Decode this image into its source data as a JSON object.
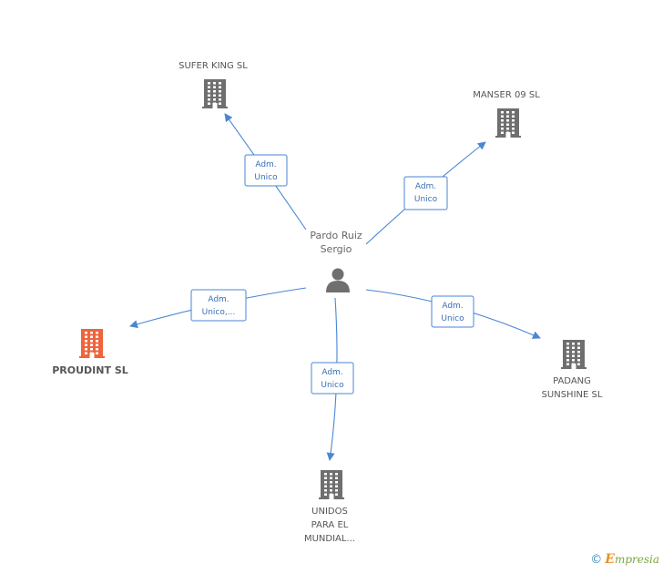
{
  "center": {
    "name_lines": [
      "Pardo Ruiz",
      "Sergio"
    ],
    "icon": "person-icon"
  },
  "companies": [
    {
      "id": "sufer-king",
      "name_lines": [
        "SUFER KING  SL"
      ],
      "highlight": false,
      "label_above": true
    },
    {
      "id": "manser-09",
      "name_lines": [
        "MANSER 09 SL"
      ],
      "highlight": false,
      "label_above": true
    },
    {
      "id": "proudint",
      "name_lines": [
        "PROUDINT  SL"
      ],
      "highlight": true,
      "label_above": false
    },
    {
      "id": "padang-sunshine",
      "name_lines": [
        "PADANG",
        "SUNSHINE SL"
      ],
      "highlight": false,
      "label_above": false
    },
    {
      "id": "unidos-para-el-mundial",
      "name_lines": [
        "UNIDOS",
        "PARA EL",
        "MUNDIAL..."
      ],
      "highlight": false,
      "label_above": false
    }
  ],
  "edges": [
    {
      "to": "sufer-king",
      "label_lines": [
        "Adm.",
        "Unico"
      ]
    },
    {
      "to": "manser-09",
      "label_lines": [
        "Adm.",
        "Unico"
      ]
    },
    {
      "to": "proudint",
      "label_lines": [
        "Adm.",
        "Unico,..."
      ]
    },
    {
      "to": "padang-sunshine",
      "label_lines": [
        "Adm.",
        "Unico"
      ]
    },
    {
      "to": "unidos-para-el-mundial",
      "label_lines": [
        "Adm.",
        "Unico"
      ]
    }
  ],
  "colors": {
    "edge": "#4a86d4",
    "building": "#6f6f6f",
    "building_highlight": "#f0643c",
    "person": "#6f6f6f"
  },
  "footer": {
    "copyright": "©",
    "brand_initial": "E",
    "brand_rest": "mpresia"
  }
}
